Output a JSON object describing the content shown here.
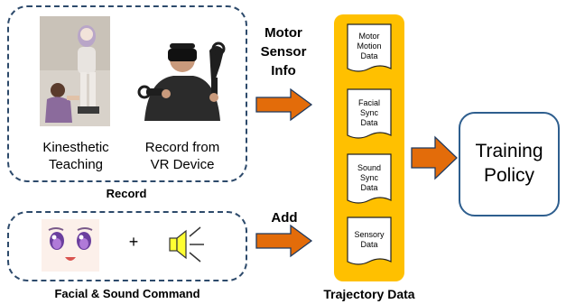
{
  "record": {
    "kinesthetic_caption_line1": "Kinesthetic",
    "kinesthetic_caption_line2": "Teaching",
    "vr_caption_line1": "Record from",
    "vr_caption_line2": "VR Device",
    "label": "Record"
  },
  "command": {
    "plus": "+",
    "label": "Facial & Sound Command"
  },
  "flow": {
    "motor_line1": "Motor",
    "motor_line2": "Sensor",
    "motor_line3": "Info",
    "add": "Add"
  },
  "trajectory": {
    "label": "Trajectory Data",
    "docs": [
      {
        "line1": "Motor",
        "line2": "Motion",
        "line3": "Data"
      },
      {
        "line1": "Facial",
        "line2": "Sync",
        "line3": "Data"
      },
      {
        "line1": "Sound",
        "line2": "Sync",
        "line3": "Data"
      },
      {
        "line1": "Sensory",
        "line2": "Data"
      }
    ]
  },
  "training": {
    "line1": "Training",
    "line2": "Policy"
  },
  "colors": {
    "dashed_border": "#2d4a6b",
    "arrow_fill": "#e36c0a",
    "arrow_stroke": "#1f3a5f",
    "trajectory_bg": "#ffc000",
    "training_border": "#2e5e8e"
  }
}
